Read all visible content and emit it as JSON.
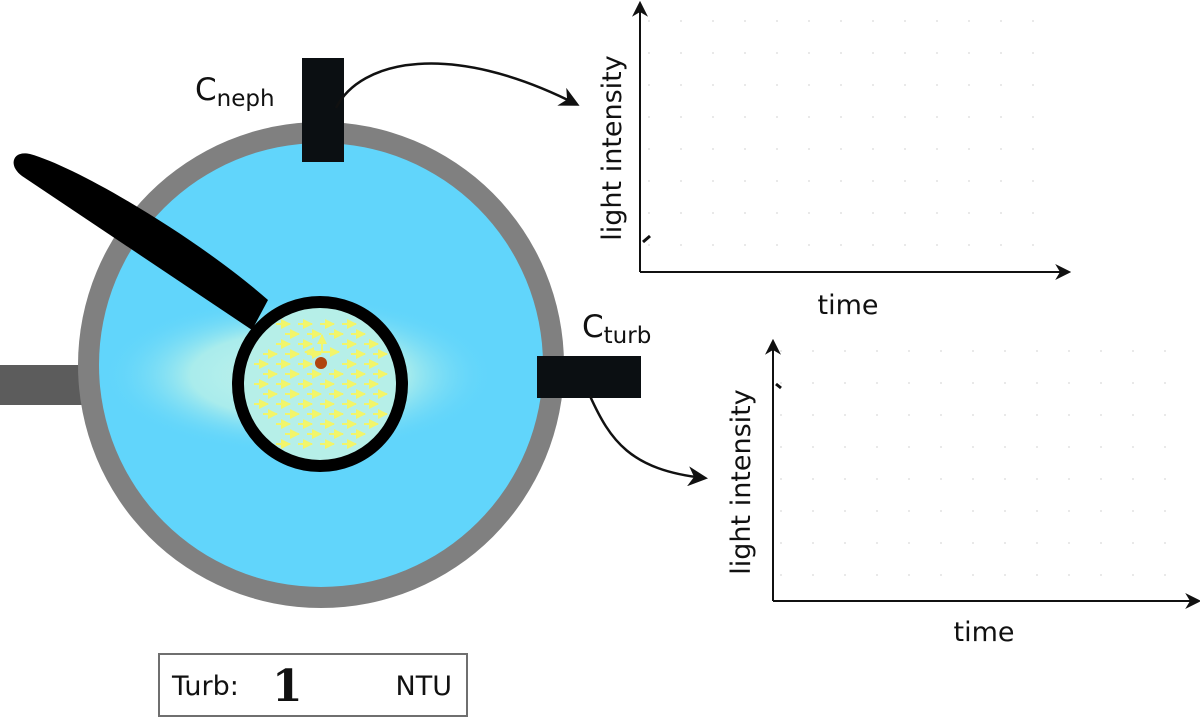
{
  "sensors": {
    "neph": {
      "base": "C",
      "sub": "neph"
    },
    "turb": {
      "base": "C",
      "sub": "turb"
    }
  },
  "plot_top": {
    "xlabel": "time",
    "ylabel": "light intensity"
  },
  "plot_bottom": {
    "xlabel": "time",
    "ylabel": "light intensity"
  },
  "readout": {
    "label": "Turb:",
    "value": "1",
    "unit": "NTU"
  },
  "colors": {
    "vessel_wall": "#808080",
    "water": "#61d5fb",
    "beam": "#b8f0e8",
    "sensor": "#0b0f12",
    "light_source": "#5c5c5c",
    "particle_arrow": "#f2f56a",
    "particle": "#b0450f"
  },
  "icons": [
    "magnifier-icon",
    "arrow-icon"
  ]
}
